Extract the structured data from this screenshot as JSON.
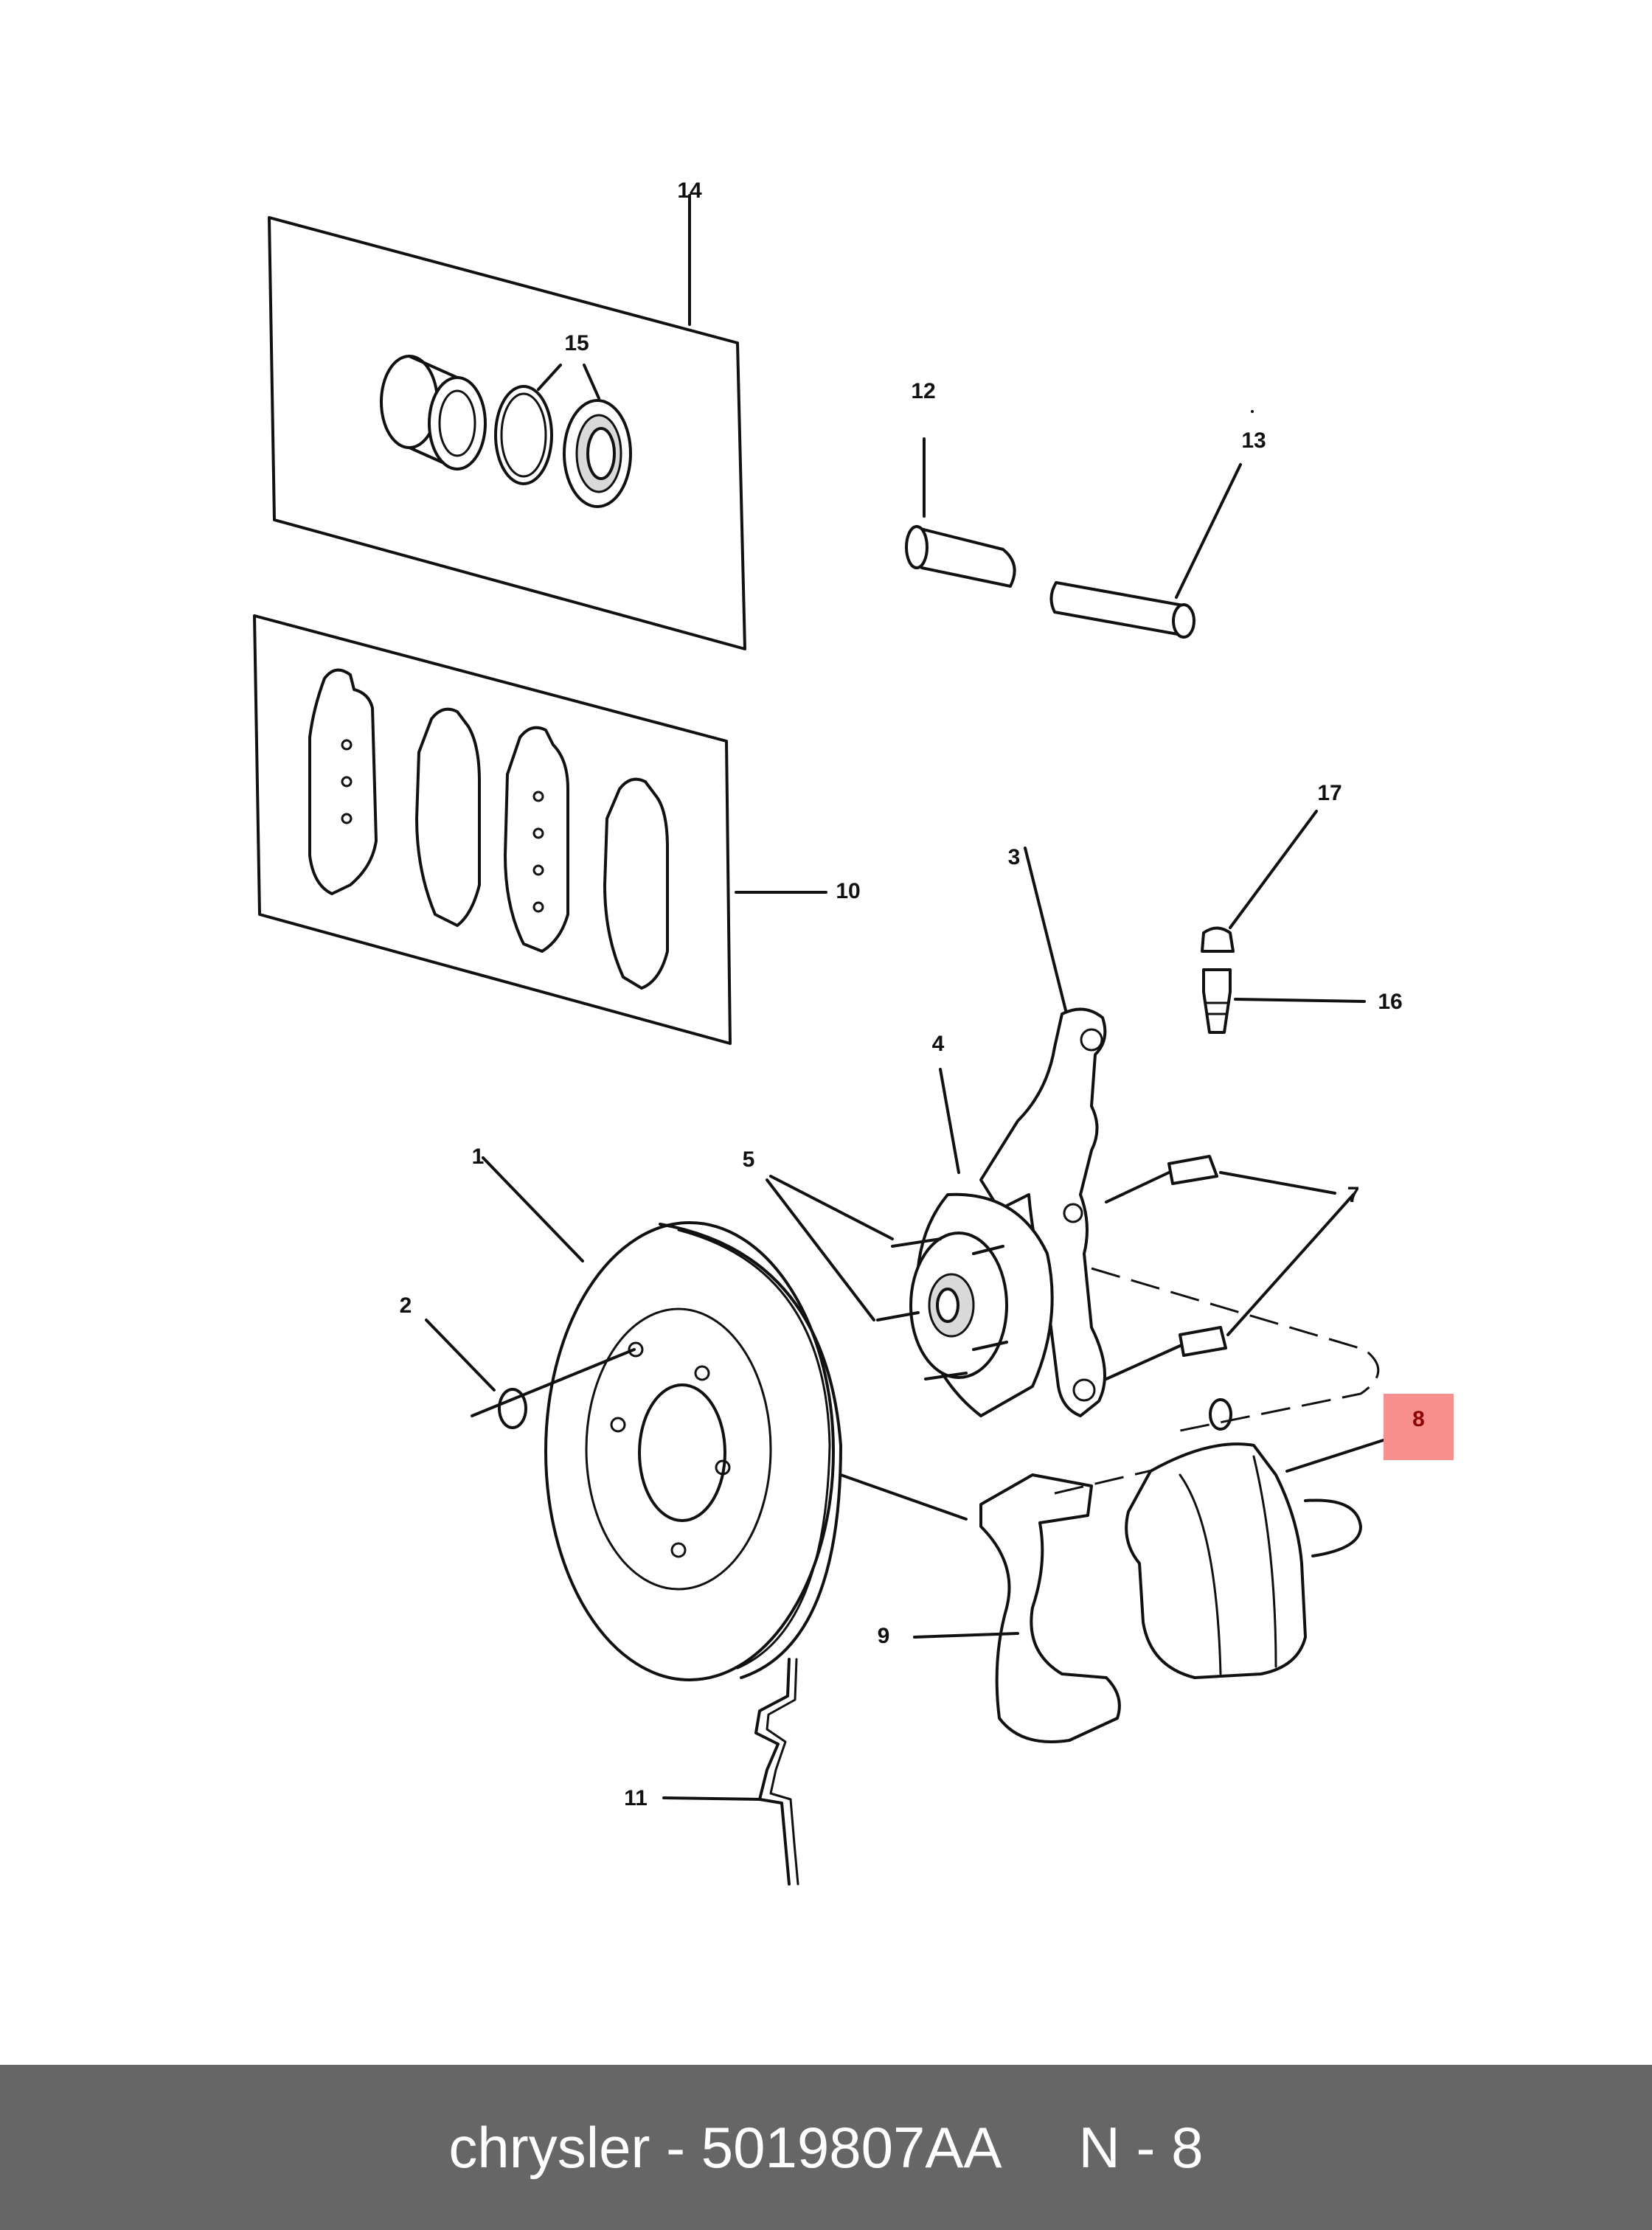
{
  "callouts": {
    "c1": "1",
    "c2": "2",
    "c3": "3",
    "c4": "4",
    "c5": "5",
    "c7": "7",
    "c9": "9",
    "c10": "10",
    "c11": "11",
    "c12": "12",
    "c13": "13",
    "c14": "14",
    "c15": "15",
    "c16": "16",
    "c17": "17"
  },
  "highlight": {
    "label": "8",
    "color": "#f88f8f"
  },
  "footer": {
    "text": "chrysler - 5019807AA     N - 8",
    "background": "#666666"
  }
}
